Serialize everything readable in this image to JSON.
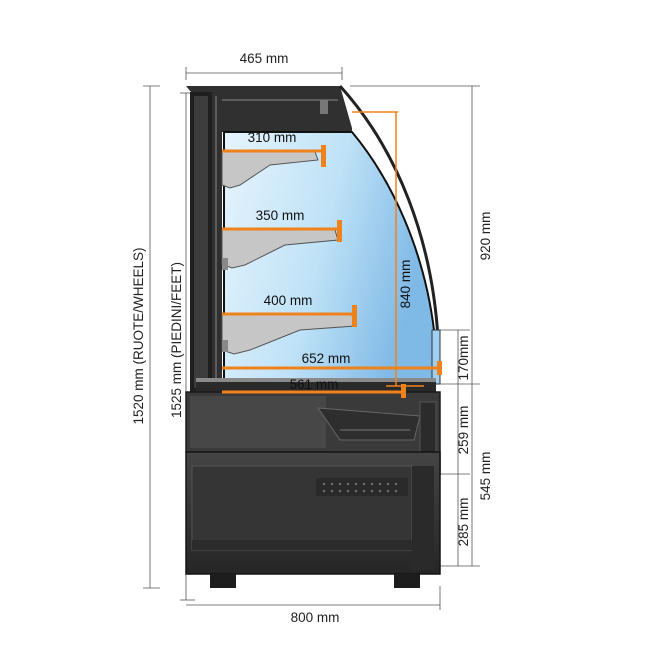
{
  "colors": {
    "glass": "#bfe2f7",
    "glass_deep": "#7fb9e6",
    "frame": "#2c2c2c",
    "body": "#3a3a3a",
    "shelf": "#c4c4c4",
    "accent": "#f0821c"
  },
  "dimensions": {
    "top_depth": "465 mm",
    "shelf1": "310 mm",
    "shelf2": "350 mm",
    "shelf3": "400 mm",
    "base_deep": "652 mm",
    "base_shallow": "561 mm",
    "inner_height": "840 mm",
    "upper_height": "920 mm",
    "front_glass": "170mm",
    "mid_height": "259 mm",
    "lower_height": "285 mm",
    "total_lower": "545 mm",
    "total_width": "800 mm",
    "height_wheels": "1520 mm (RUOTE/WHEELS)",
    "height_feet": "1525 mm (PIEDINI/FEET)"
  }
}
